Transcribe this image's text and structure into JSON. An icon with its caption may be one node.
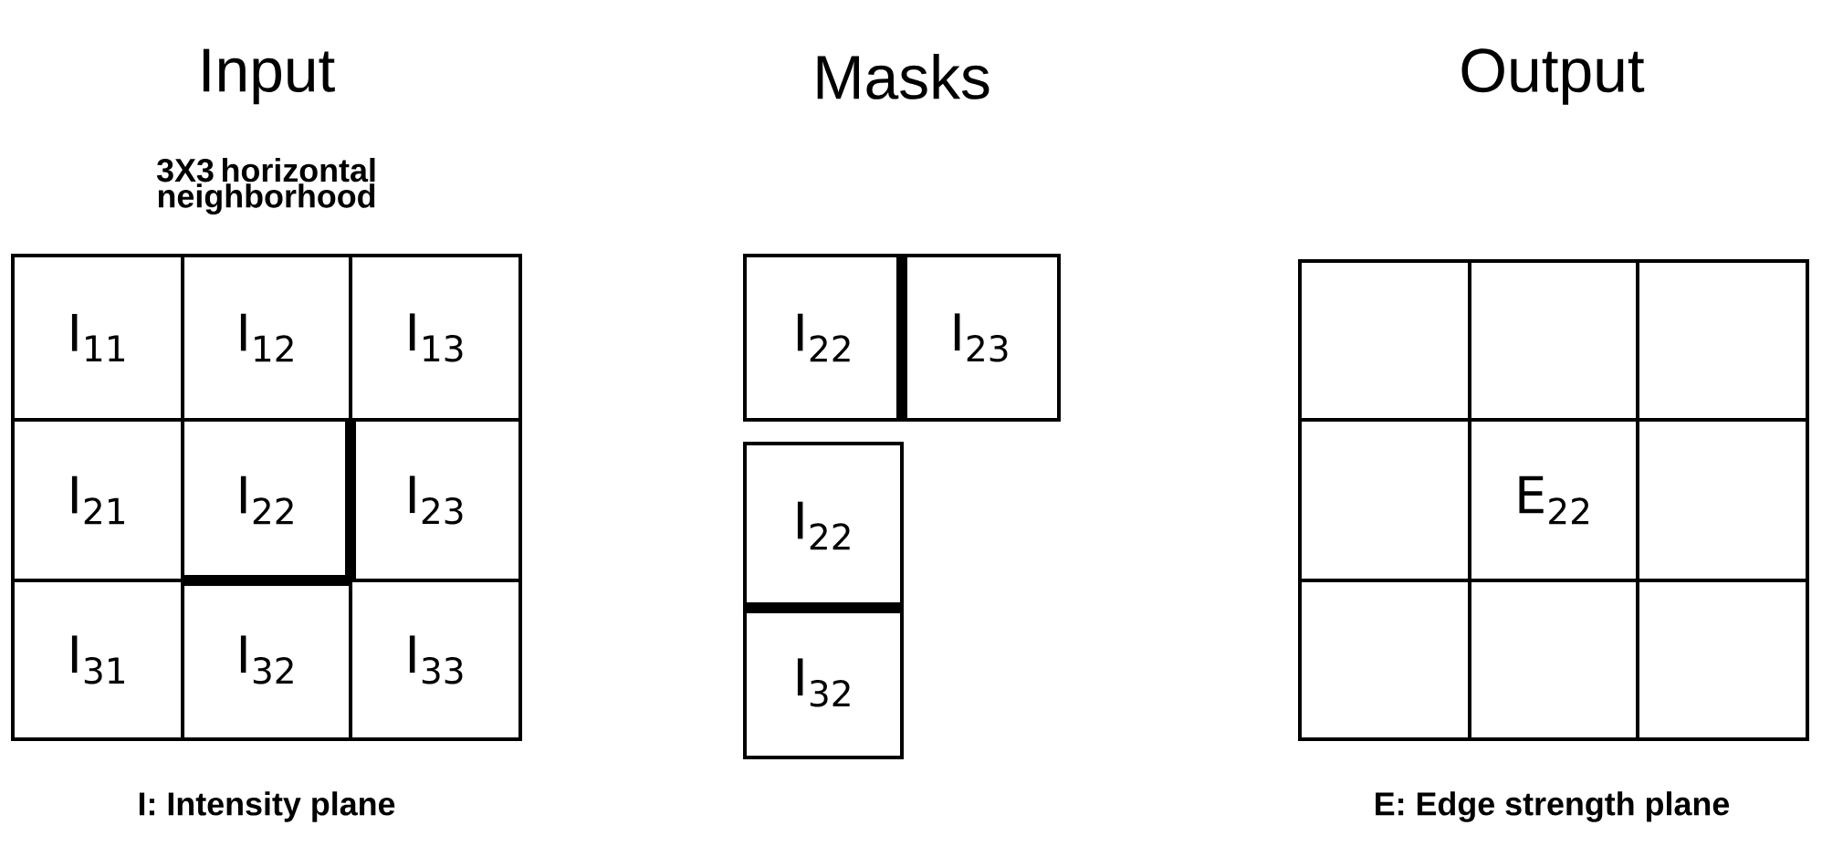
{
  "diagram": {
    "nodes": [
      {
        "text": [
          "I$_{11}$"
        ]
      },
      {
        "text": [
          "I$_{12}$"
        ]
      },
      {
        "text": [
          "I$_{13}$"
        ]
      },
      {
        "text": [
          "I$_{21}$"
        ]
      },
      {
        "text": [
          "I$_{22}$"
        ]
      },
      {
        "text": [
          "I$_{23}$"
        ]
      },
      {
        "text": [
          "I$_{31}$"
        ]
      },
      {
        "text": [
          "I$_{32}$"
        ]
      },
      {
        "text": [
          "I$_{33}$"
        ]
      },
      {
        "text": [
          "I$_{22}$"
        ]
      },
      {
        "text": [
          "I$_{23}$"
        ]
      },
      {
        "text": [
          "I$_{22}$"
        ]
      },
      {
        "text": [
          "I$_{32}$"
        ]
      },
      {
        "text": [],
        "shape": "box"
      },
      {
        "text": [],
        "shape": "box"
      },
      {
        "text": [],
        "shape": "box"
      },
      {
        "text": [],
        "shape": "box"
      },
      {
        "text": [
          "E$_{22}$"
        ]
      },
      {
        "text": [],
        "shape": "box"
      },
      {
        "text": [],
        "shape": "box"
      },
      {
        "text": [],
        "shape": "box"
      },
      {
        "text": [],
        "shape": "box"
      }
    ],
    "labels": [
      "Input",
      "Masks",
      "Output",
      "3X3 horizontal neighborhood",
      "I: Intensity plane",
      "E: Edge strength plane"
    ]
  }
}
